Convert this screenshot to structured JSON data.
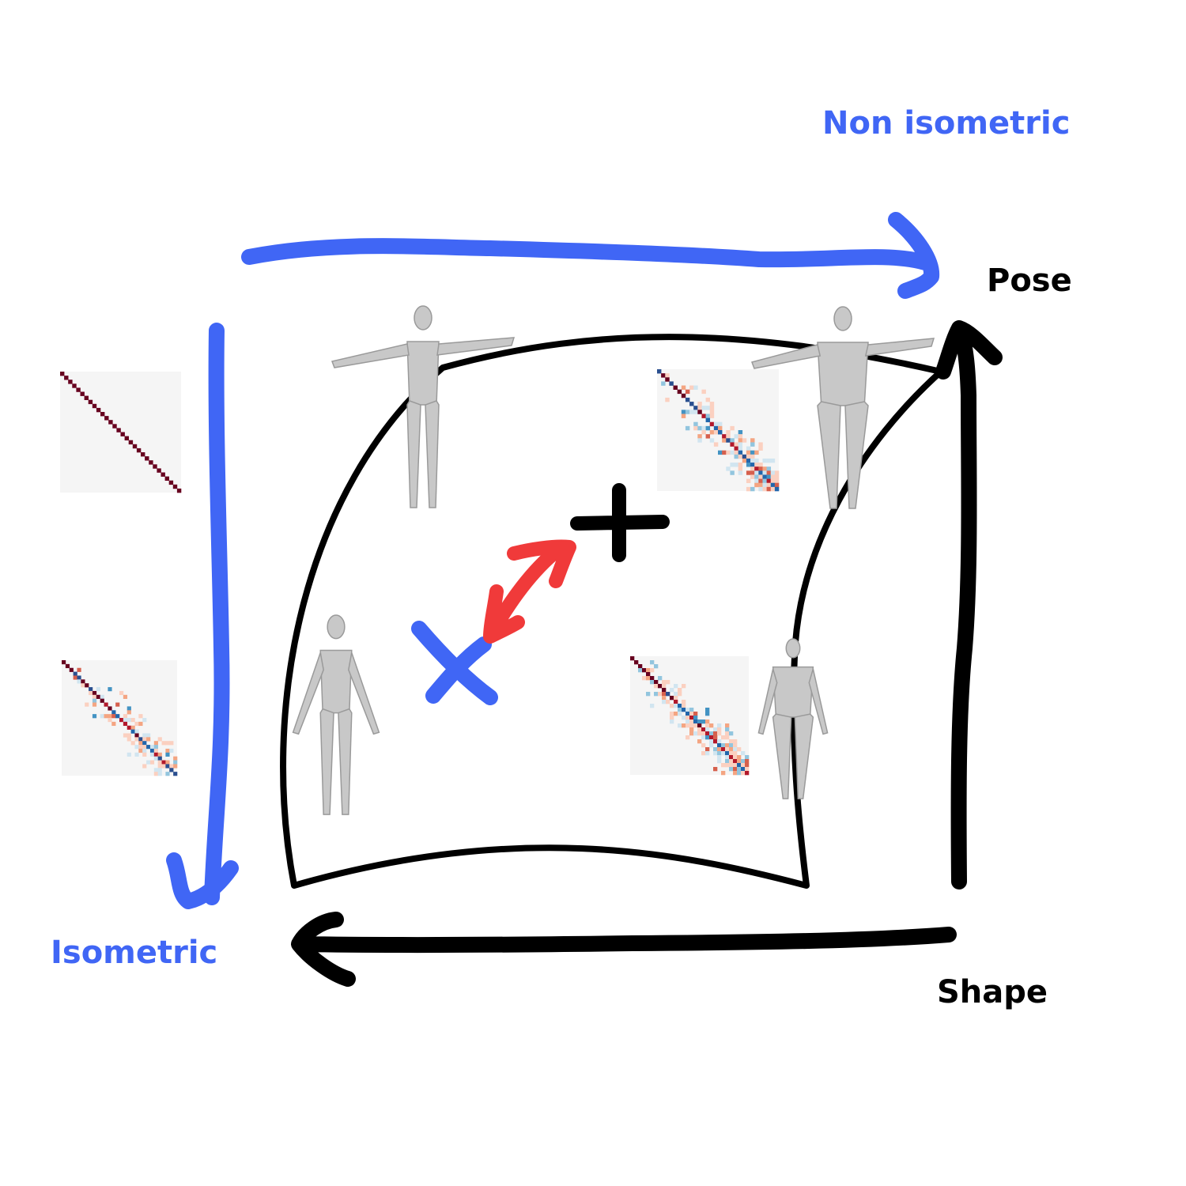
{
  "labels": {
    "non_isometric": "Non isometric",
    "pose": "Pose",
    "isometric": "Isometric",
    "shape": "Shape"
  },
  "colors": {
    "blue": "#4066f5",
    "black": "#000000",
    "red": "#f03a3a",
    "figure": "#c8c8c8",
    "matrix_bg": "#f5f5f5"
  }
}
